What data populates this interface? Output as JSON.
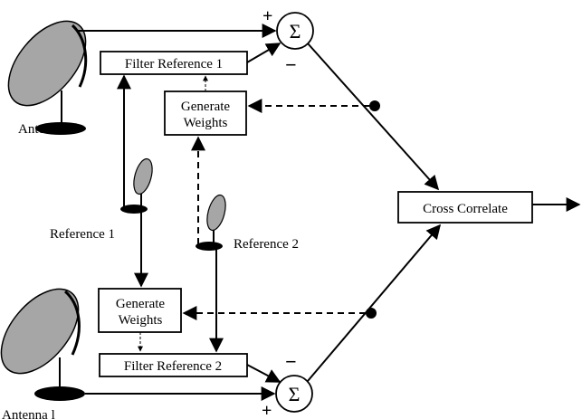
{
  "labels": {
    "antenna_m": "Antenna m",
    "antenna_l": "Antenna l",
    "reference_1": "Reference 1",
    "reference_2": "Reference 2"
  },
  "boxes": {
    "filter_reference_1": "Filter Reference 1",
    "filter_reference_2": "Filter Reference 2",
    "generate_weights_top_line1": "Generate",
    "generate_weights_top_line2": "Weights",
    "generate_weights_bottom_line1": "Generate",
    "generate_weights_bottom_line2": "Weights",
    "cross_correlate": "Cross Correlate"
  },
  "summers": {
    "top_symbol": "Σ",
    "bottom_symbol": "Σ",
    "top_plus": "+",
    "top_minus": "−",
    "bottom_plus": "+",
    "bottom_minus": "−"
  },
  "colors": {
    "dish_fill": "#a6a6a6",
    "dish_stroke": "#000000",
    "line": "#000000",
    "background": "#ffffff"
  }
}
